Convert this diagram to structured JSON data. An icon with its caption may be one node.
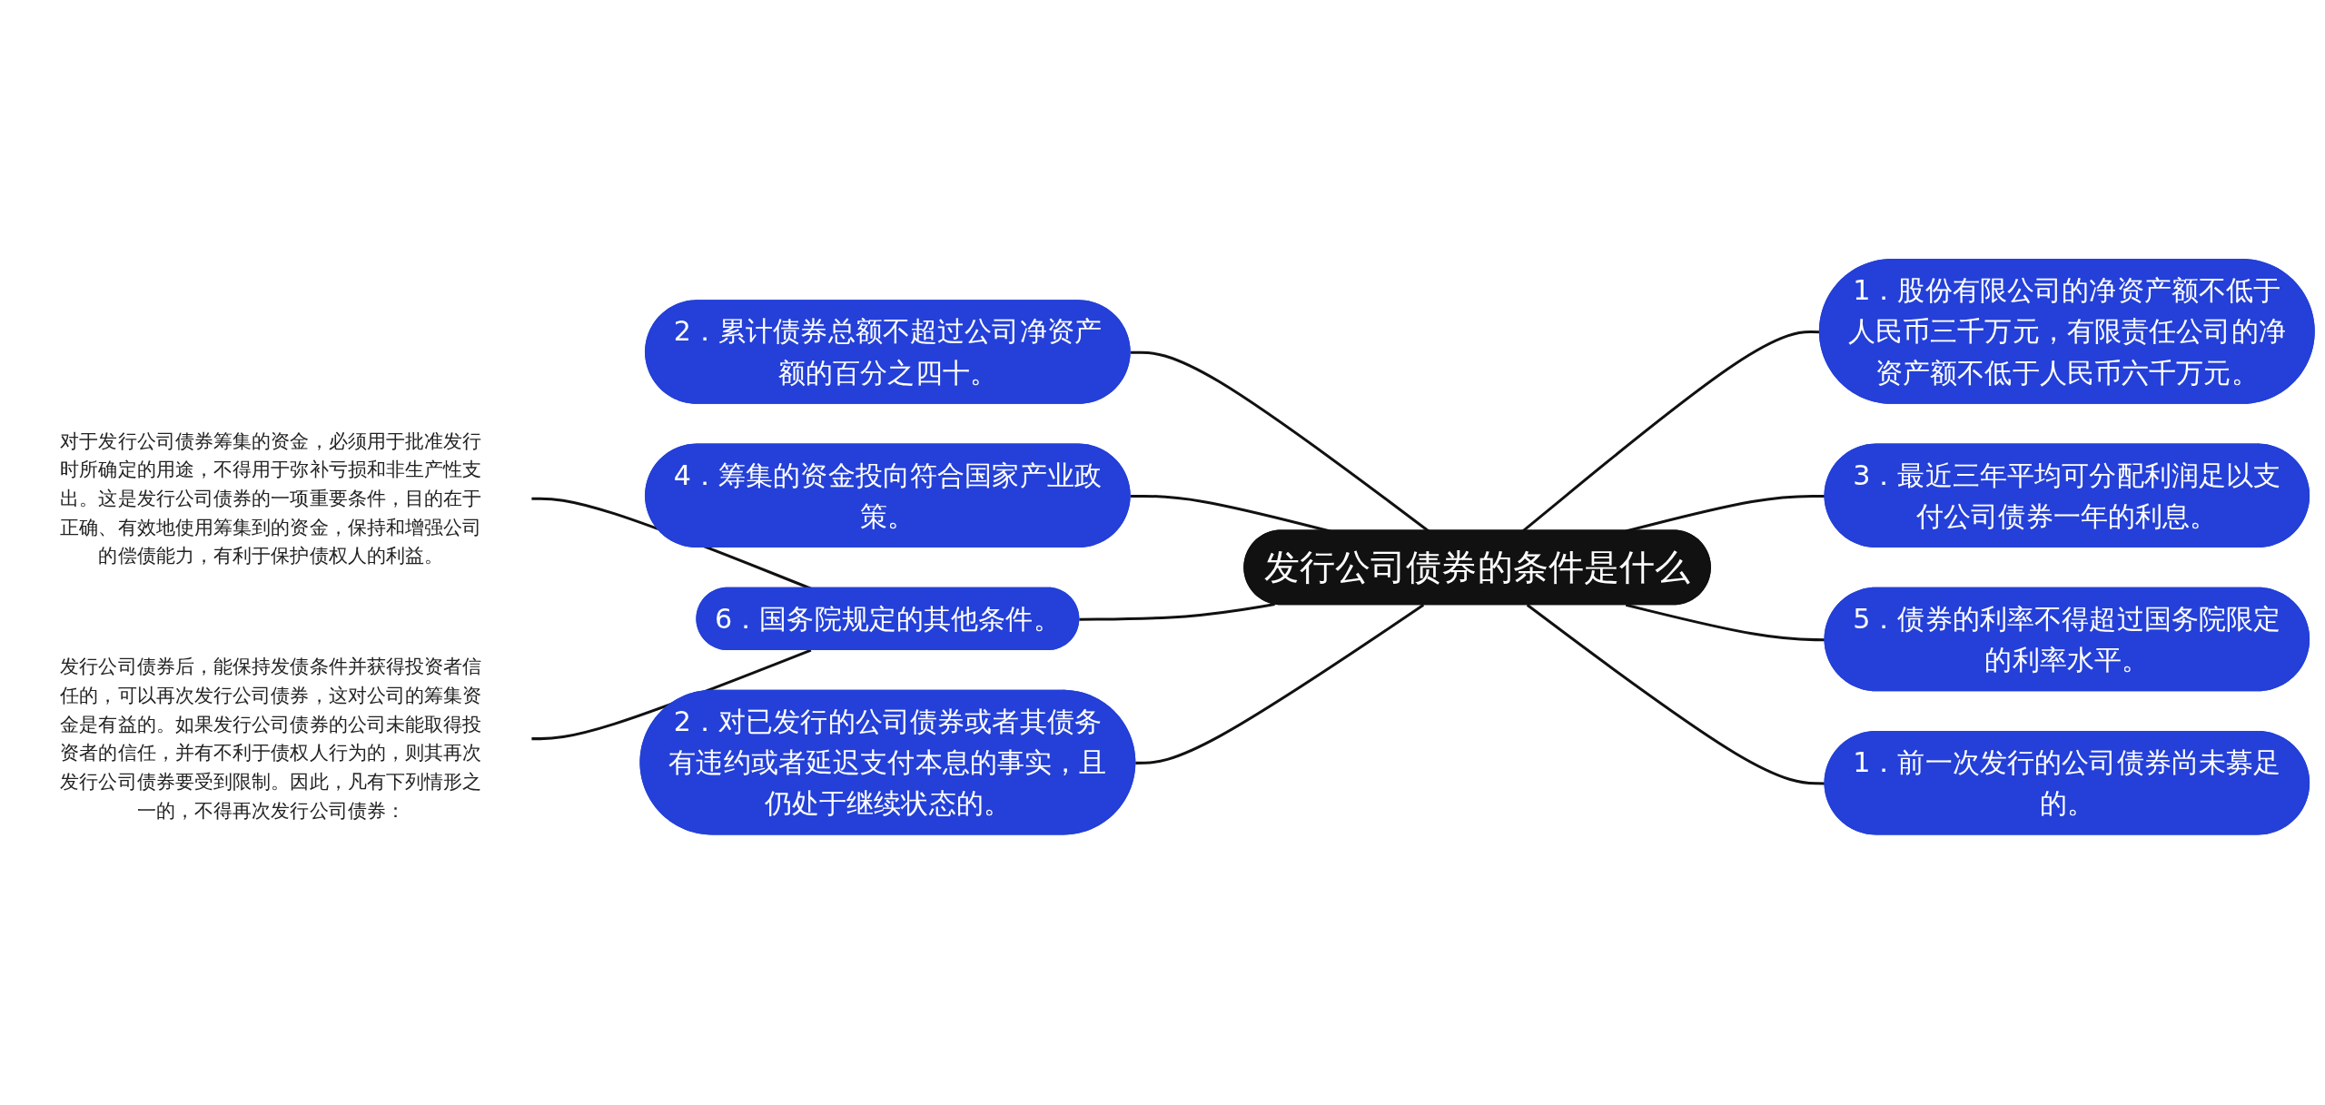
{
  "diagram": {
    "nodes": [
      {
        "text": [
          "发行公司债券的条件是什么"
        ]
      },
      {
        "text": [
          "2．累计债券总额不超过公司净资产额的百分之四十。"
        ]
      },
      {
        "text": [
          "4．筹集的资金投向符合国家产业政策。"
        ]
      },
      {
        "text": [
          "对于发行公司债券筹集的资金，必须用于批准发行时所确定的用途，不得用于弥补亏损和非生产性支出。这是发行公司债券的一项重要条件，目的在于正确、有效地使用筹集到的资金，保持和增强公司的偿债能力，有利于保护债权人的利益。"
        ]
      },
      {
        "text": [
          "发行公司债券后，能保持发债条件并获得投资者信任的，可以再次发行公司债券，这对公司的筹集资金是有益的。如果发行公司债券的公司未能取得投资者的信任，并有不利于债权人行为的，则其再次发行公司债券要受到限制。因此，凡有下列情形之一的，不得再次发行公司债券："
        ]
      },
      {
        "text": [
          "6．国务院规定的其他条件。"
        ]
      },
      {
        "text": [
          "2．对已发行的公司债券或者其债务有违约或者延迟支付本息的事实，且仍处于继续状态的。"
        ]
      },
      {
        "text": [
          "1．股份有限公司的净资产额不低于人民币三千万元，有限责任公司的净资产额不低于人民币六千万元。"
        ]
      },
      {
        "text": [
          "3．最近三年平均可分配利润足以支付公司债券一年的利息。"
        ]
      },
      {
        "text": [
          "5．债券的利率不得超过国务院限定的利率水平。"
        ]
      },
      {
        "text": [
          "1．前一次发行的公司债券尚未募足的。"
        ]
      }
    ],
    "edges": [
      {
        "from": 1,
        "to": 0,
        "arrow": "none"
      },
      {
        "from": 2,
        "to": 0,
        "arrow": "none"
      },
      {
        "from": 3,
        "to": 5,
        "arrow": "none"
      },
      {
        "from": 4,
        "to": 5,
        "arrow": "none"
      },
      {
        "from": 5,
        "to": 0,
        "arrow": "none"
      },
      {
        "from": 6,
        "to": 0,
        "arrow": "none"
      },
      {
        "from": 0,
        "to": 7,
        "arrow": "none"
      },
      {
        "from": 0,
        "to": 8,
        "arrow": "none"
      },
      {
        "from": 0,
        "to": 9,
        "arrow": "none"
      },
      {
        "from": 0,
        "to": 10,
        "arrow": "none"
      }
    ]
  }
}
